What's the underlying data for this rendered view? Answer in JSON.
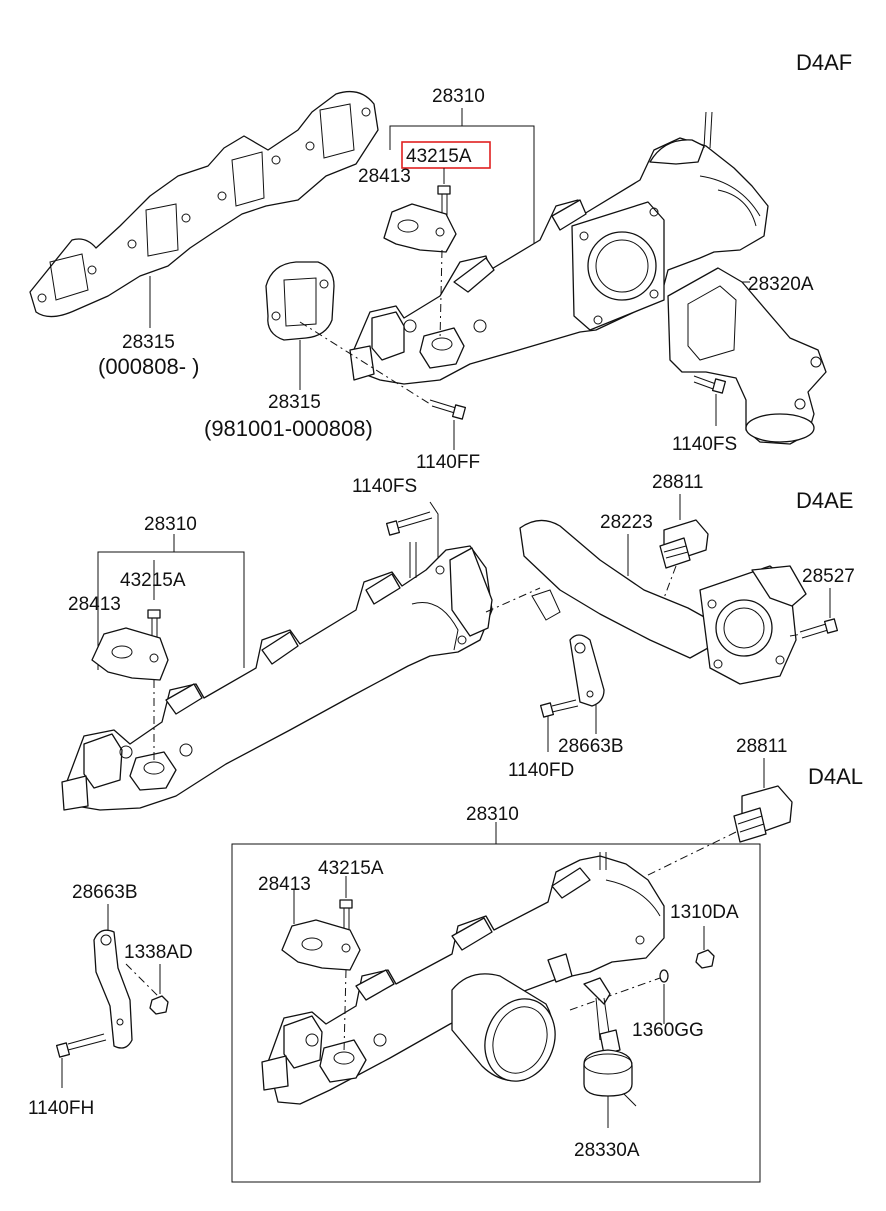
{
  "sections": {
    "d4af": {
      "engine": "D4AF",
      "manifold": "28310",
      "gasket_1": "28315",
      "gasket_1_range": "(000808- )",
      "gasket_2": "28315",
      "gasket_2_range": "(981001-000808)",
      "bracket": "28413",
      "bolt_highlighted": "43215A",
      "bolt_ff": "1140FF",
      "pipe": "28320A",
      "bolt_fs": "1140FS"
    },
    "d4ae": {
      "engine": "D4AE",
      "manifold": "28310",
      "bolt": "43215A",
      "bracket": "28413",
      "bolt_fs": "1140FS",
      "plug": "28811",
      "pipe": "28223",
      "bolt_527": "28527",
      "plate": "28663B",
      "bolt_fd": "1140FD"
    },
    "d4al": {
      "engine": "D4AL",
      "plug": "28811",
      "manifold": "28310",
      "bracket": "28413",
      "bolt": "43215A",
      "nut_da": "1310DA",
      "washer_gg": "1360GG",
      "actuator": "28330A",
      "plate": "28663B",
      "nut_ad": "1338AD",
      "bolt_fh": "1140FH"
    }
  },
  "highlight_color": "#e02020"
}
